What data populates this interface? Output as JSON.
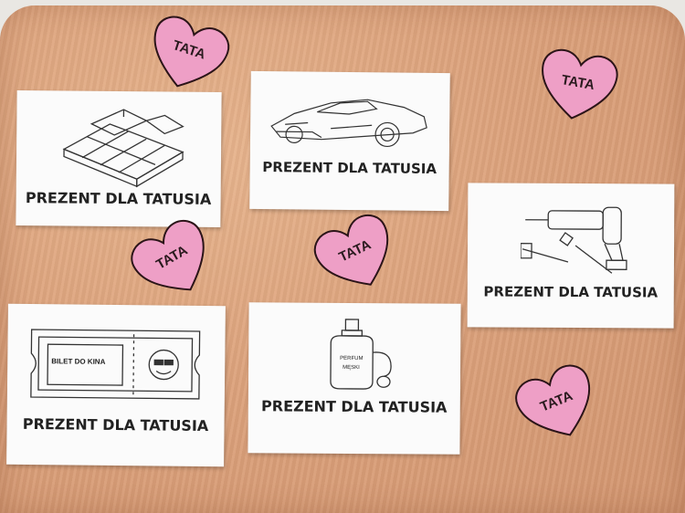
{
  "cards": {
    "chocolate": {
      "label": "PREZENT DLA TATUSIA"
    },
    "car": {
      "label": "PREZENT DLA TATUSIA"
    },
    "tools": {
      "label": "PREZENT DLA TATUSIA"
    },
    "ticket": {
      "label": "PREZENT DLA TATUSIA",
      "ticket_text": "BILET DO KINA"
    },
    "perfume": {
      "label": "PREZENT DLA TATUSIA",
      "bottle_line1": "PERFUM",
      "bottle_line2": "MĘSKI"
    }
  },
  "hearts": [
    {
      "text": "TATA"
    },
    {
      "text": "TATA"
    },
    {
      "text": "TATA"
    },
    {
      "text": "TATA"
    },
    {
      "text": "TATA"
    }
  ],
  "colors": {
    "heart_fill": "#ee9fc6",
    "heart_outline": "#2b1418",
    "board": "#dca27c",
    "paper": "#fbfbfb"
  }
}
